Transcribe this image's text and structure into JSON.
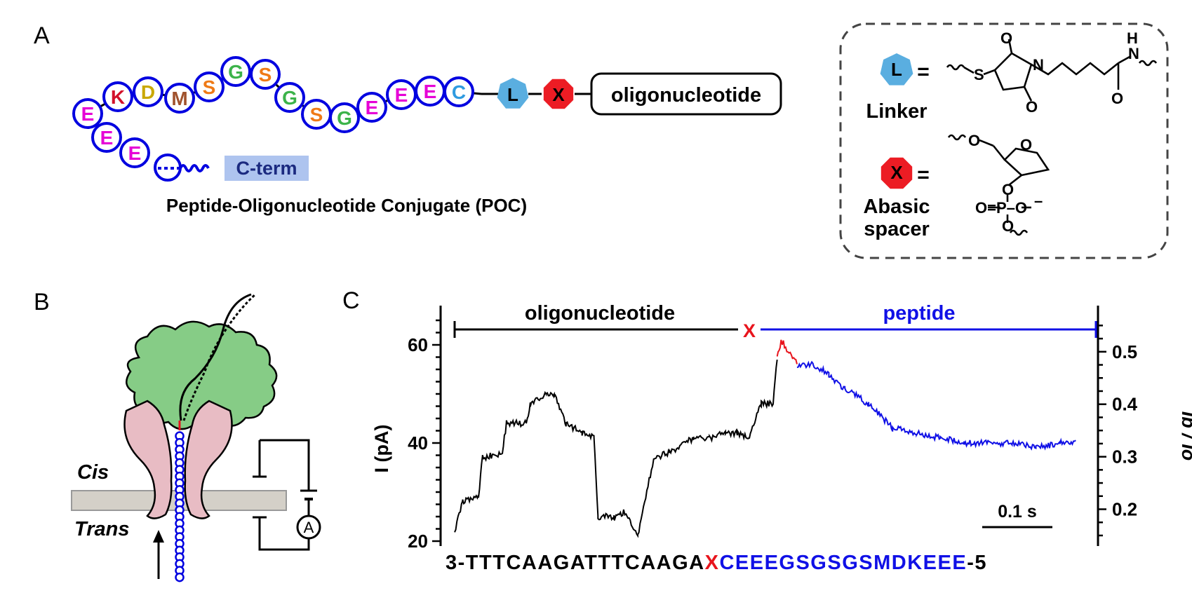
{
  "panelA": {
    "label": "A",
    "residues": [
      {
        "letter": "E",
        "color": "#e600d6"
      },
      {
        "letter": "K",
        "color": "#d2102a"
      },
      {
        "letter": "D",
        "color": "#c9a800"
      },
      {
        "letter": "M",
        "color": "#a0522d"
      },
      {
        "letter": "S",
        "color": "#ef7a16"
      },
      {
        "letter": "G",
        "color": "#3cb34a"
      },
      {
        "letter": "S",
        "color": "#ef7a16"
      },
      {
        "letter": "G",
        "color": "#3cb34a"
      },
      {
        "letter": "S",
        "color": "#ef7a16"
      },
      {
        "letter": "G",
        "color": "#3cb34a"
      },
      {
        "letter": "E",
        "color": "#e600d6"
      },
      {
        "letter": "E",
        "color": "#e600d6"
      },
      {
        "letter": "E",
        "color": "#e600d6"
      },
      {
        "letter": "C",
        "color": "#2f9be0"
      }
    ],
    "tail_residues": [
      {
        "letter": "E",
        "color": "#e600d6"
      },
      {
        "letter": "E",
        "color": "#e600d6"
      }
    ],
    "linker_letter": "L",
    "abasic_letter": "X",
    "oligo_label": "oligonucleotide",
    "cterm_label": "C-term",
    "caption": "Peptide-Oligonucleotide Conjugate (POC)",
    "legend": {
      "linker_letter": "L",
      "linker_name": "Linker",
      "abasic_letter": "X",
      "abasic_name_1": "Abasic",
      "abasic_name_2": "spacer",
      "equals": "="
    }
  },
  "panelB": {
    "label": "B",
    "cis": "Cis",
    "trans": "Trans",
    "ammeter": "A"
  },
  "panelC": {
    "label": "C",
    "segment_oligo": "oligonucleotide",
    "segment_x": "X",
    "segment_peptide": "peptide",
    "ylabel_left": "I (pA)",
    "ylabel_right": "Ib / Io",
    "scalebar": "0.1 s",
    "sequence": {
      "prefix": "3-",
      "oligo": "TTTCAAGATTTCAAGA",
      "x": "X",
      "peptide": "CEEEGSGSGSMDKEEE",
      "suffix": "-5"
    },
    "colors": {
      "oligo": "#000000",
      "x": "#e8141c",
      "peptide": "#1010e6"
    }
  },
  "chart_data": {
    "type": "line",
    "xlabel": "",
    "ylabel": "I (pA)",
    "ylabel_right": "Ib / Io",
    "ylim": [
      19,
      68
    ],
    "yticks": [
      20,
      40,
      60
    ],
    "yticks_right": [
      0.2,
      0.3,
      0.4,
      0.5
    ],
    "grid": false,
    "x": [
      0.0,
      0.01,
      0.03,
      0.035,
      0.06,
      0.065,
      0.09,
      0.095,
      0.115,
      0.125,
      0.14,
      0.16,
      0.175,
      0.18,
      0.2,
      0.215,
      0.23,
      0.25,
      0.27,
      0.3,
      0.32,
      0.34,
      0.355,
      0.37,
      0.385,
      0.4,
      0.405,
      0.41,
      0.43,
      0.45,
      0.47,
      0.49,
      0.52,
      0.55,
      0.58,
      0.61,
      0.64,
      0.67,
      0.7,
      0.73,
      0.76,
      0.78
    ],
    "series": [
      {
        "values": [
          22,
          28,
          29,
          37,
          38,
          44,
          44,
          48,
          50,
          50,
          44,
          42,
          41,
          25,
          25,
          26,
          21,
          37,
          38,
          41,
          41,
          42,
          42,
          41,
          48,
          48,
          57,
          61,
          56,
          56,
          54,
          51,
          48,
          43,
          42,
          41,
          40,
          40,
          40,
          39,
          40,
          40
        ]
      }
    ]
  }
}
